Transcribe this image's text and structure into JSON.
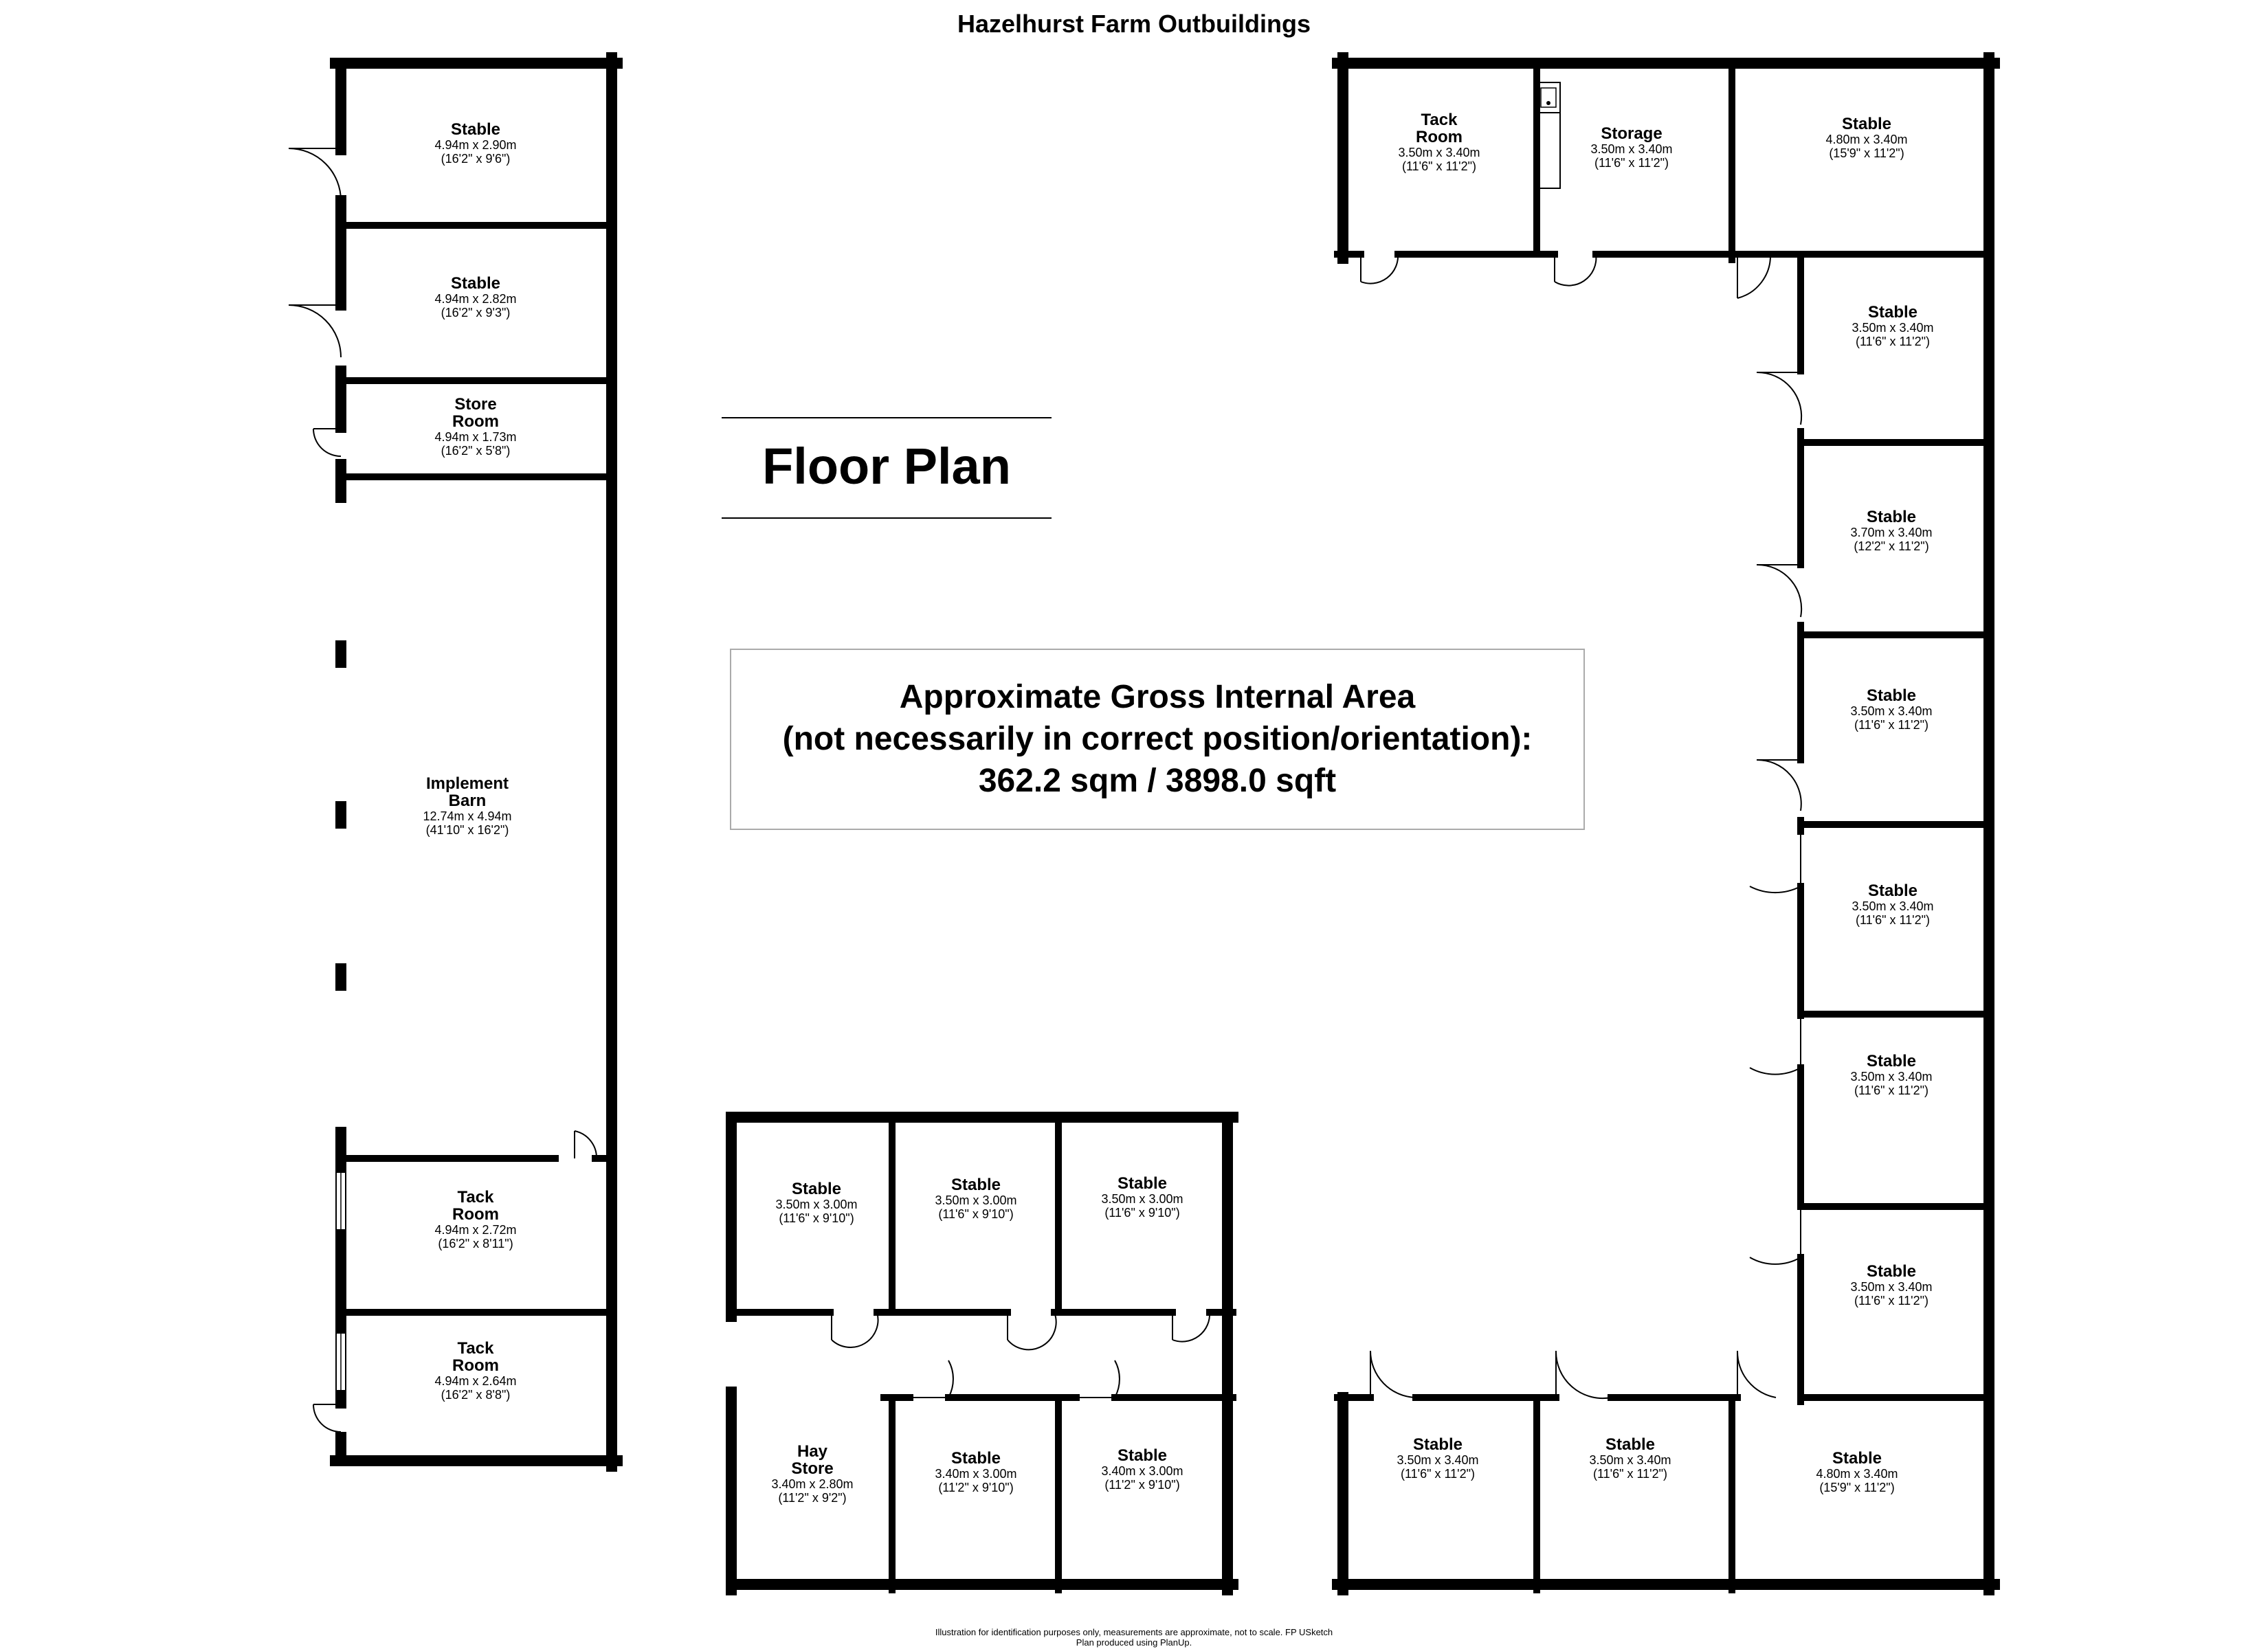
{
  "title": "Hazelhurst Farm Outbuildings",
  "floor_plan_label": "Floor Plan",
  "area": {
    "line1": "Approximate Gross Internal Area",
    "line2": "(not necessarily in correct position/orientation):",
    "line3": "362.2 sqm / 3898.0 sqft"
  },
  "footer": {
    "line1": "Illustration for identification purposes only, measurements are approximate, not to scale. FP USketch",
    "line2": "Plan produced using PlanUp."
  },
  "rooms": [
    {
      "name": [
        "Stable"
      ],
      "metric": "4.94m x 2.90m",
      "imperial": "(16'2\" x 9'6\")"
    },
    {
      "name": [
        "Stable"
      ],
      "metric": "4.94m x 2.82m",
      "imperial": "(16'2\" x 9'3\")"
    },
    {
      "name": [
        "Store",
        "Room"
      ],
      "metric": "4.94m x 1.73m",
      "imperial": "(16'2\" x 5'8\")"
    },
    {
      "name": [
        "Implement",
        "Barn"
      ],
      "metric": "12.74m x 4.94m",
      "imperial": "(41'10\" x 16'2\")"
    },
    {
      "name": [
        "Tack",
        "Room"
      ],
      "metric": "4.94m x 2.72m",
      "imperial": "(16'2\" x 8'11\")"
    },
    {
      "name": [
        "Tack",
        "Room"
      ],
      "metric": "4.94m x 2.64m",
      "imperial": "(16'2\" x 8'8\")"
    },
    {
      "name": [
        "Stable"
      ],
      "metric": "3.50m x 3.00m",
      "imperial": "(11'6\" x 9'10\")"
    },
    {
      "name": [
        "Stable"
      ],
      "metric": "3.50m x 3.00m",
      "imperial": "(11'6\" x 9'10\")"
    },
    {
      "name": [
        "Stable"
      ],
      "metric": "3.50m x 3.00m",
      "imperial": "(11'6\" x 9'10\")"
    },
    {
      "name": [
        "Hay",
        "Store"
      ],
      "metric": "3.40m x 2.80m",
      "imperial": "(11'2\" x 9'2\")"
    },
    {
      "name": [
        "Stable"
      ],
      "metric": "3.40m x 3.00m",
      "imperial": "(11'2\" x 9'10\")"
    },
    {
      "name": [
        "Stable"
      ],
      "metric": "3.40m x 3.00m",
      "imperial": "(11'2\" x 9'10\")"
    },
    {
      "name": [
        "Tack",
        "Room"
      ],
      "metric": "3.50m x 3.40m",
      "imperial": "(11'6\" x 11'2\")"
    },
    {
      "name": [
        "Storage"
      ],
      "metric": "3.50m x 3.40m",
      "imperial": "(11'6\" x 11'2\")"
    },
    {
      "name": [
        "Stable"
      ],
      "metric": "4.80m x 3.40m",
      "imperial": "(15'9\" x 11'2\")"
    },
    {
      "name": [
        "Stable"
      ],
      "metric": "3.50m x 3.40m",
      "imperial": "(11'6\" x 11'2\")"
    },
    {
      "name": [
        "Stable"
      ],
      "metric": "3.70m x 3.40m",
      "imperial": "(12'2\" x 11'2\")"
    },
    {
      "name": [
        "Stable"
      ],
      "metric": "3.50m x 3.40m",
      "imperial": "(11'6\" x 11'2\")"
    },
    {
      "name": [
        "Stable"
      ],
      "metric": "3.50m x 3.40m",
      "imperial": "(11'6\" x 11'2\")"
    },
    {
      "name": [
        "Stable"
      ],
      "metric": "3.50m x 3.40m",
      "imperial": "(11'6\" x 11'2\")"
    },
    {
      "name": [
        "Stable"
      ],
      "metric": "3.50m x 3.40m",
      "imperial": "(11'6\" x 11'2\")"
    },
    {
      "name": [
        "Stable"
      ],
      "metric": "3.50m x 3.40m",
      "imperial": "(11'6\" x 11'2\")"
    },
    {
      "name": [
        "Stable"
      ],
      "metric": "3.50m x 3.40m",
      "imperial": "(11'6\" x 11'2\")"
    },
    {
      "name": [
        "Stable"
      ],
      "metric": "4.80m x 3.40m",
      "imperial": "(15'9\" x 11'2\")"
    }
  ]
}
